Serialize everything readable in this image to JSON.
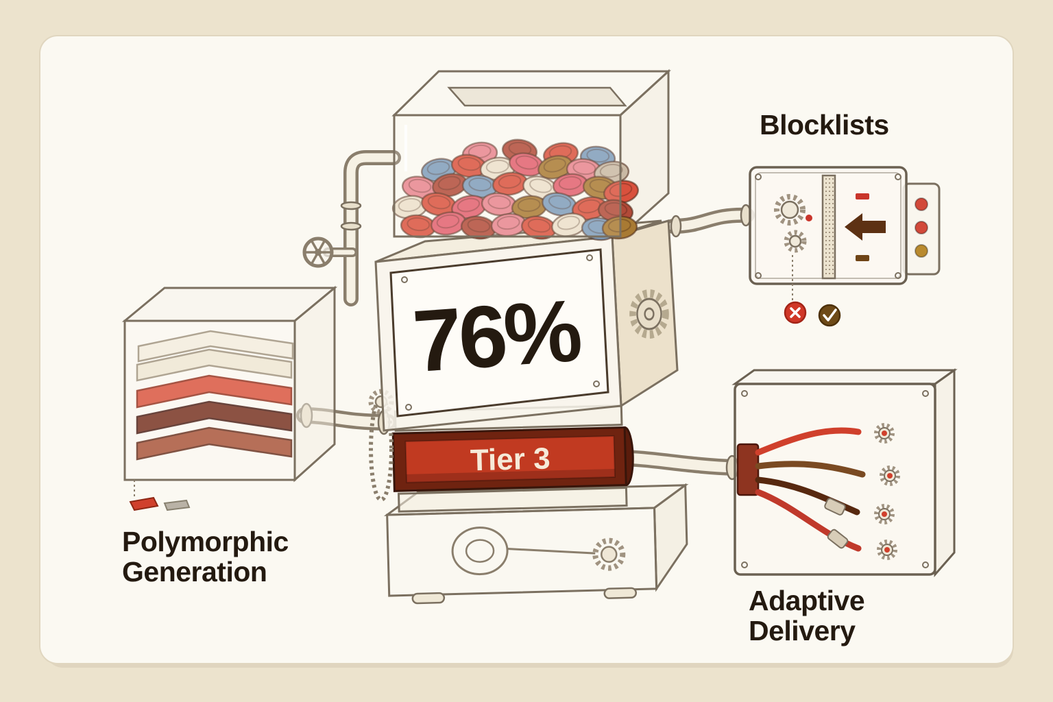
{
  "labels": {
    "percentage": "76%",
    "tier": "Tier 3",
    "blocklists": "Blocklists",
    "polymorphic_line1": "Polymorphic",
    "polymorphic_line2": "Generation",
    "adaptive_line1": "Adaptive",
    "adaptive_line2": "Delivery"
  },
  "colors": {
    "page_background": "#ece3cd",
    "card_background": "#fbf9f2",
    "outline": "#7b7060",
    "ink": "#241a10",
    "accent_red": "#d0402c",
    "tier_red": "#c13a21",
    "maroon": "#6f2310",
    "brown": "#7a4a22",
    "dark_brown": "#57280f",
    "gold": "#a87a33",
    "steel_blue": "#7e9cba",
    "pink": "#e8858e",
    "cream": "#ece1cb",
    "badge_deny": "#d03727",
    "badge_allow": "#6e4a17"
  },
  "tokens": {
    "palette": [
      "#d9513d",
      "#e8858e",
      "#7e9cba",
      "#ece1cb",
      "#a87a33",
      "#b14a38",
      "#f3ede1",
      "#6b3a2a",
      "#e2606e",
      "#c9b9a4"
    ],
    "discs": [
      [
        700,
        224,
        -6,
        1
      ],
      [
        758,
        220,
        8,
        5
      ],
      [
        818,
        225,
        -10,
        0
      ],
      [
        872,
        230,
        6,
        2
      ],
      [
        640,
        248,
        -10,
        2
      ],
      [
        684,
        242,
        8,
        0
      ],
      [
        726,
        246,
        -6,
        3
      ],
      [
        768,
        240,
        12,
        8
      ],
      [
        810,
        244,
        -14,
        4
      ],
      [
        852,
        248,
        6,
        1
      ],
      [
        892,
        252,
        -8,
        9
      ],
      [
        612,
        274,
        10,
        1
      ],
      [
        656,
        270,
        -12,
        5
      ],
      [
        700,
        272,
        6,
        2
      ],
      [
        744,
        268,
        -8,
        0
      ],
      [
        788,
        274,
        14,
        3
      ],
      [
        832,
        270,
        -6,
        8
      ],
      [
        876,
        274,
        8,
        4
      ],
      [
        906,
        280,
        -10,
        0
      ],
      [
        598,
        302,
        -8,
        3
      ],
      [
        640,
        298,
        10,
        0
      ],
      [
        684,
        302,
        -12,
        8
      ],
      [
        728,
        298,
        6,
        1
      ],
      [
        772,
        302,
        -6,
        4
      ],
      [
        816,
        298,
        12,
        2
      ],
      [
        860,
        304,
        -10,
        0
      ],
      [
        898,
        308,
        8,
        5
      ],
      [
        610,
        330,
        6,
        0
      ],
      [
        654,
        326,
        -10,
        8
      ],
      [
        698,
        332,
        8,
        5
      ],
      [
        742,
        328,
        -6,
        1
      ],
      [
        786,
        332,
        10,
        0
      ],
      [
        830,
        328,
        -12,
        3
      ],
      [
        874,
        334,
        6,
        2
      ],
      [
        904,
        332,
        -5,
        4
      ]
    ]
  }
}
